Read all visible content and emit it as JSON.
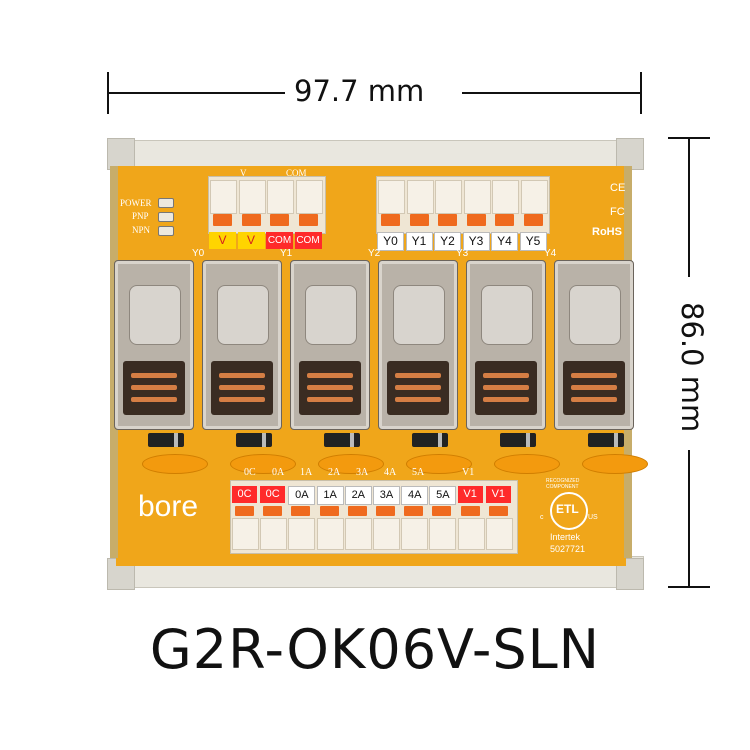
{
  "dimensions": {
    "width_label": "97.7 mm",
    "height_label": "86.0 mm"
  },
  "model": "G2R-OK06V-SLN",
  "brand": "bore",
  "indicators": [
    "POWER",
    "PNP",
    "NPN"
  ],
  "top_power_terminals": [
    "V",
    "V",
    "COM",
    "COM"
  ],
  "top_power_silk": [
    "V",
    "COM"
  ],
  "top_output_terminals": [
    "Y0",
    "Y1",
    "Y2",
    "Y3",
    "Y4",
    "Y5"
  ],
  "relay_labels": [
    "Y0",
    "Y1",
    "Y2",
    "Y3",
    "Y4",
    "Y5"
  ],
  "bottom_terminals": [
    "0C",
    "0C",
    "0A",
    "1A",
    "2A",
    "3A",
    "4A",
    "5A",
    "V1",
    "V1"
  ],
  "bottom_silk": [
    "0C",
    "0A",
    "1A",
    "2A",
    "3A",
    "4A",
    "5A",
    "V1"
  ],
  "certifications": {
    "ce": "CE",
    "fc": "FC",
    "rohs": "RoHS",
    "etl_top": "RECOGNIZED COMPONENT",
    "etl_mark": "ETL",
    "etl_c": "c",
    "etl_us": "US",
    "intertek": "Intertek",
    "intertek_no": "5027721"
  },
  "colors": {
    "pcb": "#f0a61a",
    "lever": "#ef6a1e",
    "label_yellow": "#ffd400",
    "label_red": "#ff2a2a"
  }
}
